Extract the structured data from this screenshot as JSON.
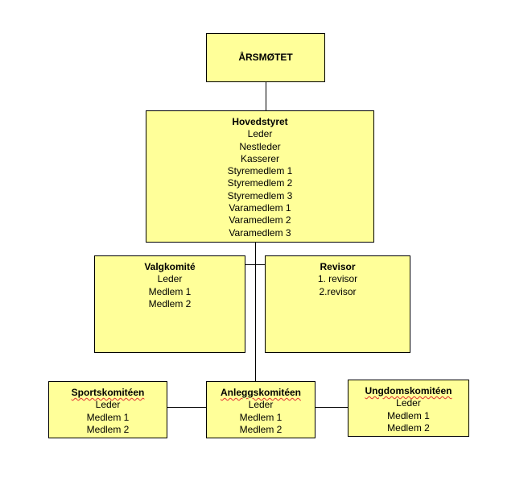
{
  "org_chart": {
    "arsmotet": {
      "title": "ÅRSMØTET"
    },
    "hovedstyret": {
      "title": "Hovedstyret",
      "members": [
        "Leder",
        "Nestleder",
        "Kasserer",
        "Styremedlem 1",
        "Styremedlem 2",
        "Styremedlem 3",
        "Varamedlem 1",
        "Varamedlem 2",
        "Varamedlem 3"
      ]
    },
    "valgkomite": {
      "title": "Valgkomité",
      "members": [
        "Leder",
        "Medlem 1",
        "Medlem 2"
      ]
    },
    "revisor": {
      "title": "Revisor",
      "members": [
        "1. revisor",
        "2.revisor"
      ]
    },
    "sportskomiteen": {
      "title": "Sportskomitéen",
      "members": [
        "Leder",
        "Medlem 1",
        "Medlem 2"
      ]
    },
    "anleggskomiteen": {
      "title": "Anleggskomitéen",
      "members": [
        "Leder",
        "Medlem 1",
        "Medlem 2"
      ]
    },
    "ungdomskomiteen": {
      "title": "Ungdomskomitéen",
      "members": [
        "Leder",
        "Medlem 1",
        "Medlem 2"
      ]
    }
  }
}
